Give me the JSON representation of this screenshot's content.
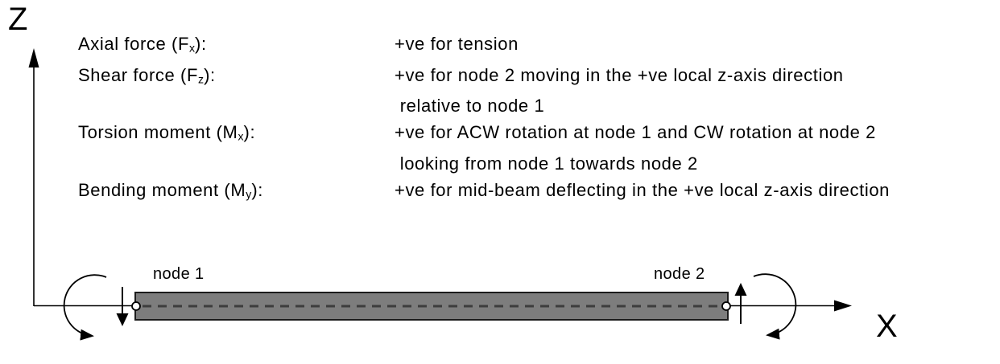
{
  "axes": {
    "z_label": "Z",
    "x_label": "X"
  },
  "conventions": {
    "rows": [
      {
        "term_prefix": "Axial force (F",
        "term_sub": "x",
        "term_suffix": "):",
        "desc": "+ve for tension"
      },
      {
        "term_prefix": "Shear force (F",
        "term_sub": "z",
        "term_suffix": "):",
        "desc": "+ve for node 2 moving in the +ve local z-axis direction"
      },
      {
        "term_prefix": "",
        "term_sub": "",
        "term_suffix": "",
        "desc": " relative to node 1"
      },
      {
        "term_prefix": "Torsion moment (M",
        "term_sub": "x",
        "term_suffix": "):",
        "desc": "+ve for ACW rotation at node 1 and CW rotation at node 2"
      },
      {
        "term_prefix": "",
        "term_sub": "",
        "term_suffix": "",
        "desc": " looking from node 1 towards node 2"
      },
      {
        "term_prefix": "Bending moment (M",
        "term_sub": "y",
        "term_suffix": "):",
        "desc": "+ve for mid-beam deflecting in the +ve local z-axis direction"
      }
    ]
  },
  "beam": {
    "node1_label": "node 1",
    "node2_label": "node 2"
  },
  "colors": {
    "ink": "#000000",
    "beam_fill": "#7d7d7d",
    "beam_border": "#1c1c1c",
    "centerline": "#3d3d3d",
    "node_fill": "#ffffff",
    "background": "#ffffff"
  }
}
